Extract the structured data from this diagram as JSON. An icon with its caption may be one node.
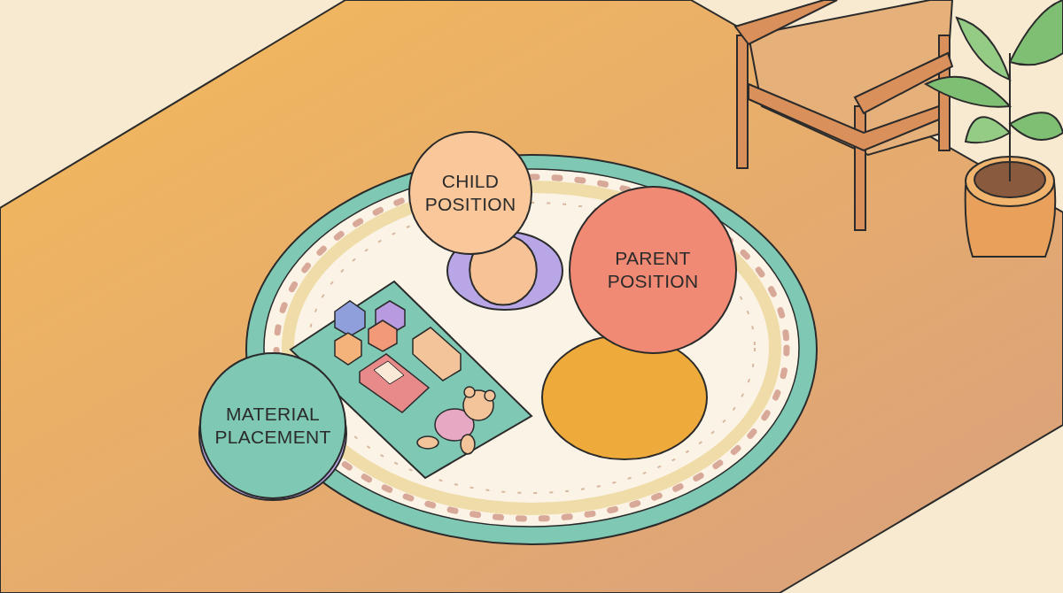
{
  "diagram": {
    "nodes": [
      {
        "text": [
          "CHILD POSITION"
        ]
      },
      {
        "text": [],
        "shape": "circle"
      },
      {
        "text": [
          "PARENT POSITION"
        ]
      },
      {
        "text": [],
        "shape": "circle"
      },
      {
        "text": [
          "MATERIAL PLACEMENT"
        ]
      }
    ]
  }
}
